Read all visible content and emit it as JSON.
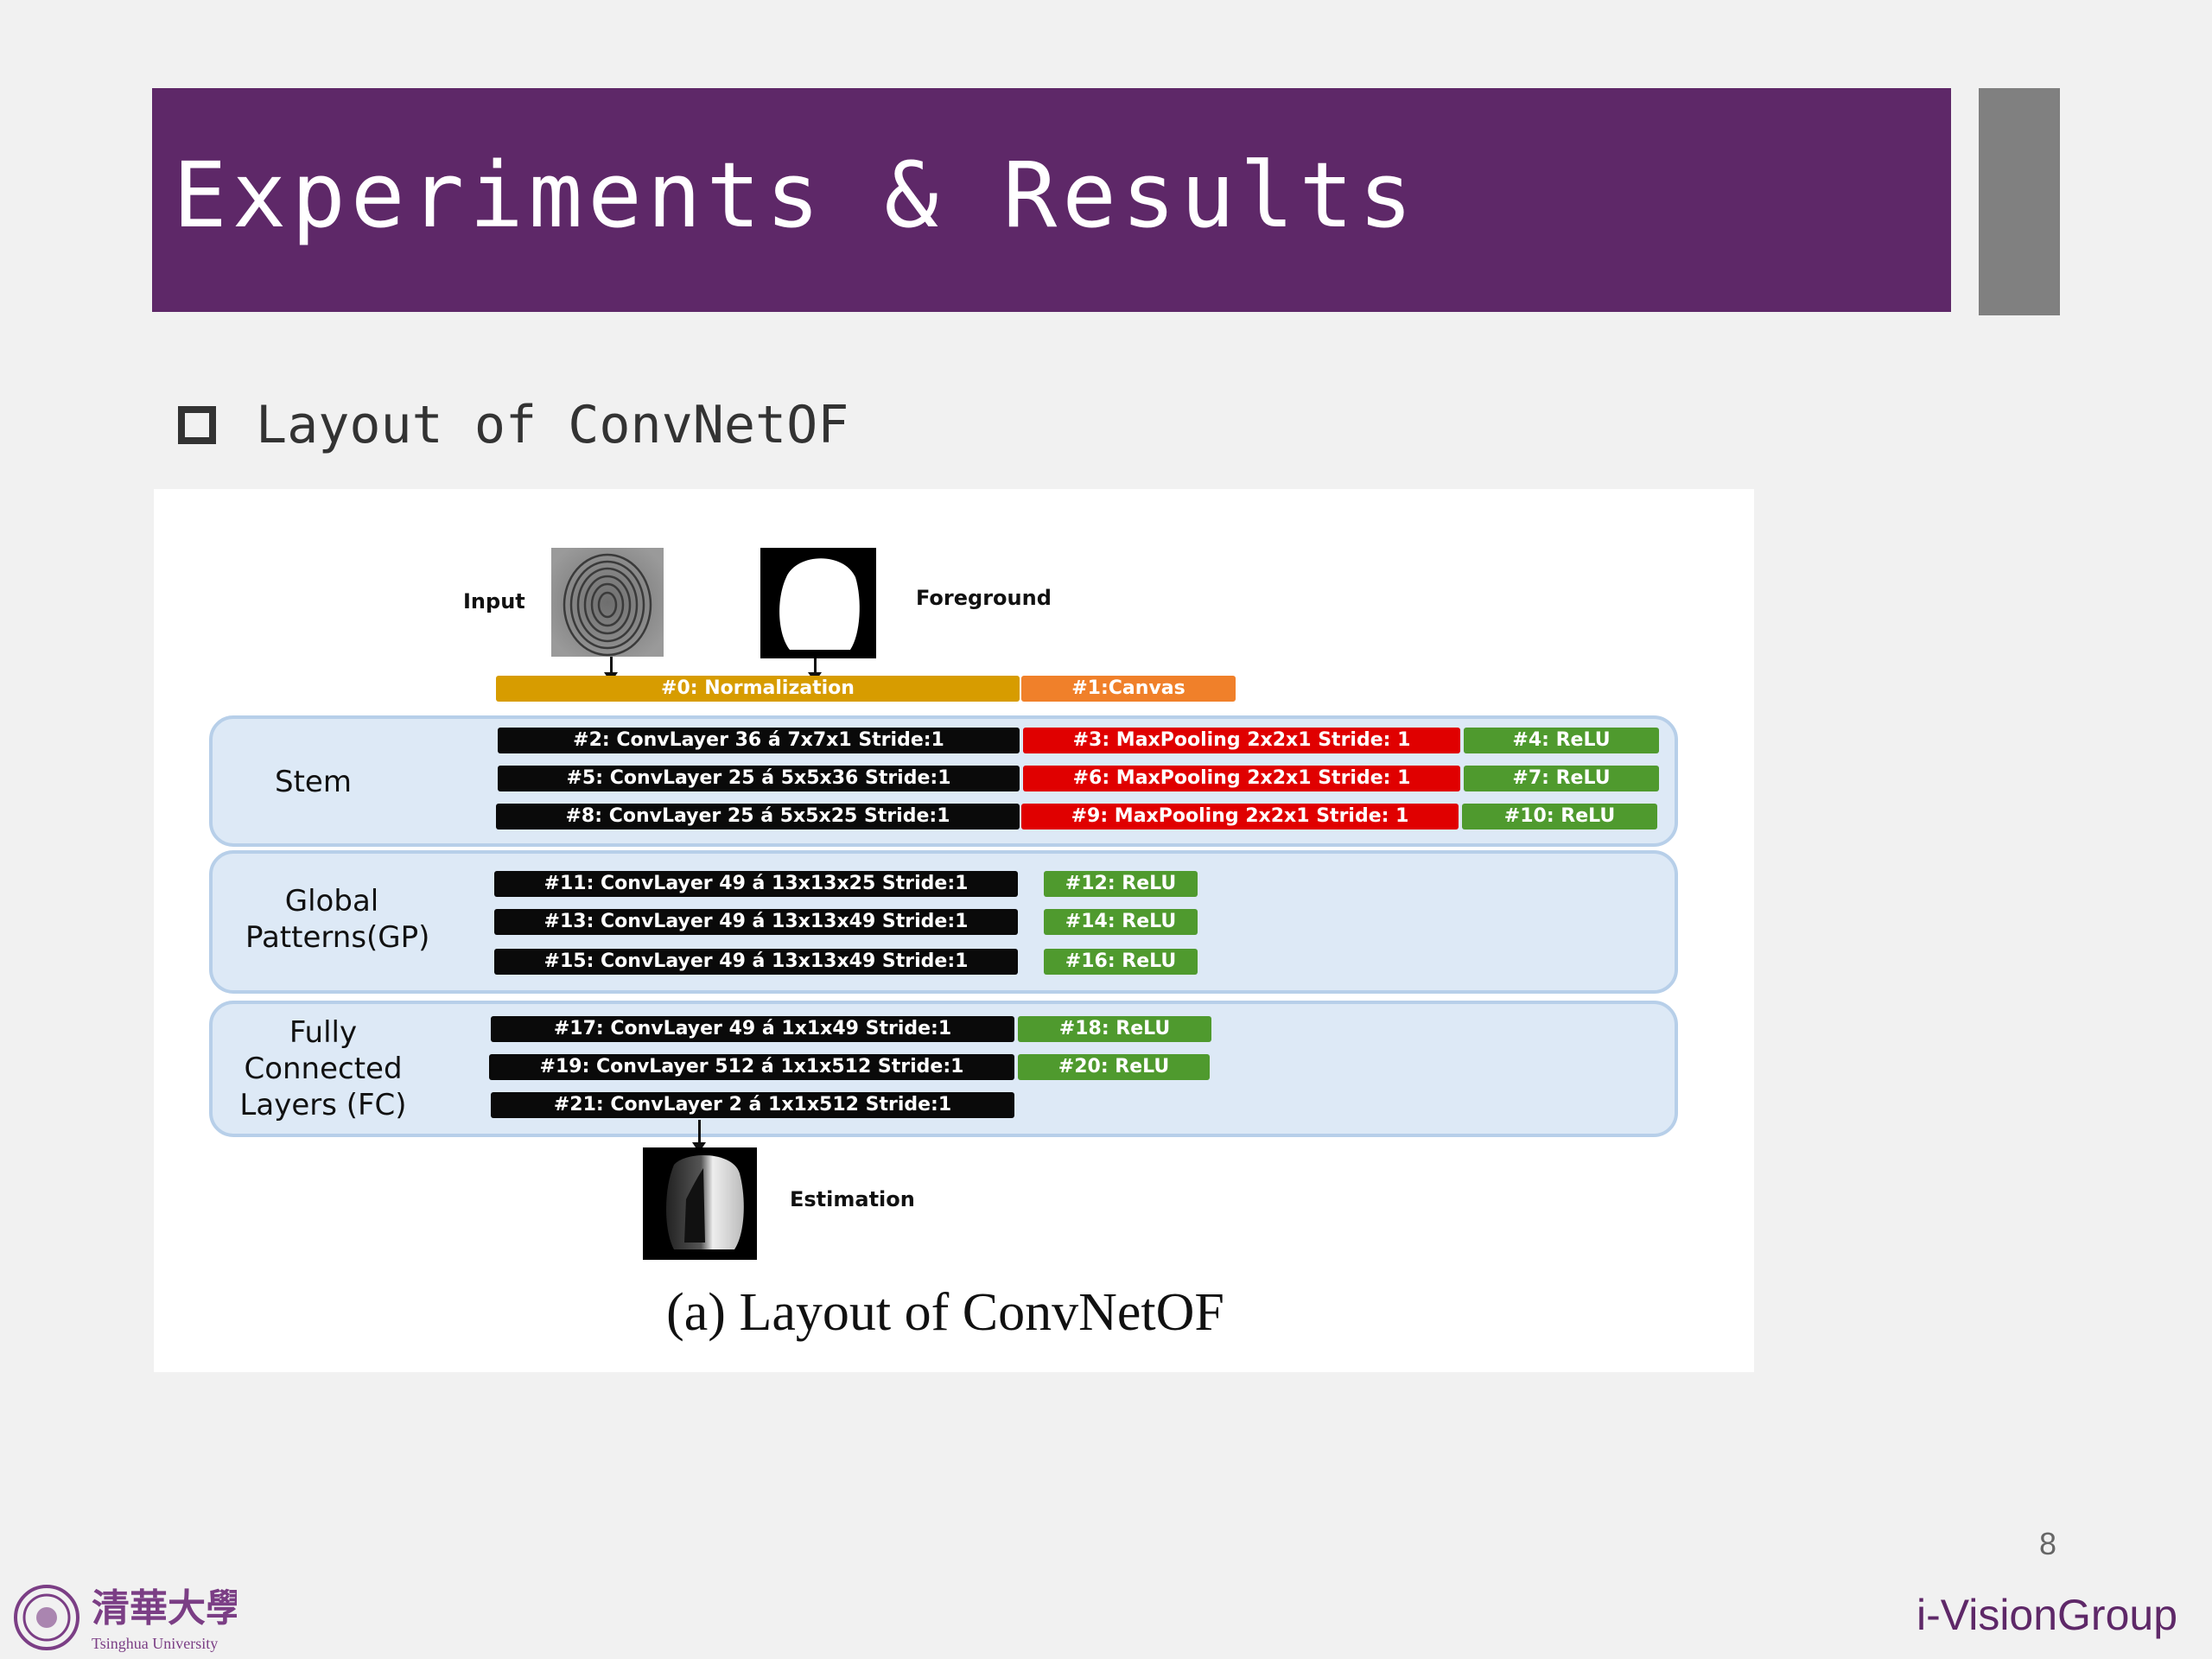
{
  "header": {
    "title": "Experiments & Results"
  },
  "section": {
    "heading": "Layout of ConvNetOF"
  },
  "figure": {
    "input_label": "Input",
    "foreground_label": "Foreground",
    "estimation_label": "Estimation",
    "caption": "(a) Layout of ConvNetOF",
    "pre_layers": {
      "normalization": "#0: Normalization",
      "canvas": "#1:Canvas"
    },
    "stem": {
      "label": "Stem",
      "rows": [
        [
          "#2: ConvLayer 36 á 7x7x1 Stride:1",
          "#3: MaxPooling 2x2x1 Stride: 1",
          "#4: ReLU"
        ],
        [
          "#5: ConvLayer 25 á 5x5x36 Stride:1",
          "#6: MaxPooling 2x2x1 Stride: 1",
          "#7: ReLU"
        ],
        [
          "#8: ConvLayer 25 á 5x5x25 Stride:1",
          "#9: MaxPooling 2x2x1 Stride: 1",
          "#10: ReLU"
        ]
      ]
    },
    "global_patterns": {
      "label_line1": "Global",
      "label_line2": "Patterns(GP)",
      "rows": [
        [
          "#11: ConvLayer 49 á 13x13x25 Stride:1",
          "#12: ReLU"
        ],
        [
          "#13: ConvLayer 49 á 13x13x49 Stride:1",
          "#14: ReLU"
        ],
        [
          "#15: ConvLayer 49 á 13x13x49 Stride:1",
          "#16: ReLU"
        ]
      ]
    },
    "fully_connected": {
      "label_line1": "Fully",
      "label_line2": "Connected",
      "label_line3": "Layers (FC)",
      "rows": [
        [
          "#17: ConvLayer 49 á 1x1x49 Stride:1",
          "#18: ReLU"
        ],
        [
          "#19: ConvLayer 512 á 1x1x512 Stride:1",
          "#20: ReLU"
        ],
        [
          "#21: ConvLayer 2 á 1x1x512 Stride:1"
        ]
      ]
    }
  },
  "footer": {
    "page_number": "8",
    "brand": "i-VisionGroup",
    "logo_text": "Tsinghua University",
    "logo_chinese": "清華大學"
  },
  "colors": {
    "title_bar": "#5e2868",
    "conv_layer": "#0a0a0a",
    "maxpool_layer": "#e00000",
    "relu_layer": "#4f9a2e",
    "normalization": "#d79c00",
    "canvas": "#f0802a",
    "group_fill": "#dde9f6"
  }
}
